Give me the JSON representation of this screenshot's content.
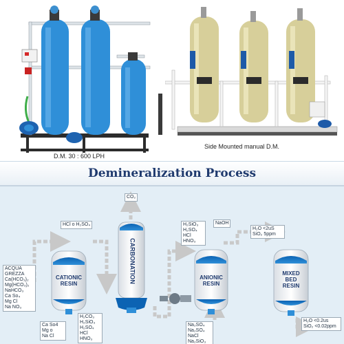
{
  "photos": {
    "left_caption": "D.M. 30 : 600 LPH",
    "right_caption": "Side Mounted manual D.M."
  },
  "diagram": {
    "title": "Demineralization Process",
    "tanks": {
      "cationic": "CATIONIC\nRESIN",
      "carbonation": "CARBONATION",
      "anionic": "ANIONIC\nRESIN",
      "mixed": "MIXED\nBED\nRESIN"
    },
    "labels": {
      "co2": "CO₂",
      "hcl_h2so4": "HCl o H₂SO₄",
      "acqua": "ACQUA\nGREZZA\nCa(HCO₃)₂\nMg(HCO₃)₂\nNaHCO₃\nCa So₄\nMg Cl\nNa NO₃",
      "salts": "Ca   So4\nMg    o\nNa   Cl",
      "acids_after_cation": "H₂CO₃\nH₂SiO₃\nH₂SO₄\nHCl\nHNO₃",
      "acids_before_anion": "H₂SiO₃\nH₂SO₄\nHCl\nHNO₃",
      "naoh": "NaOH",
      "anion_out": "H₂O <2uS\nSiO₂ 5ppm",
      "na_salts": "Na₂SO₄\nNa₂SO₄\nNaCl\nNa₂SiO₃",
      "final_out": "H₂O <0.2us\nSiO₂ <0.02ppm"
    }
  },
  "colors": {
    "tank_blue": "#2f8fd8",
    "tank_frp": "#d7cf9a",
    "resin_band": "#ffffff",
    "tank_accent": "#0c63b3",
    "title_color": "#1f3a6e",
    "diagram_bg": "#e3eef6"
  }
}
